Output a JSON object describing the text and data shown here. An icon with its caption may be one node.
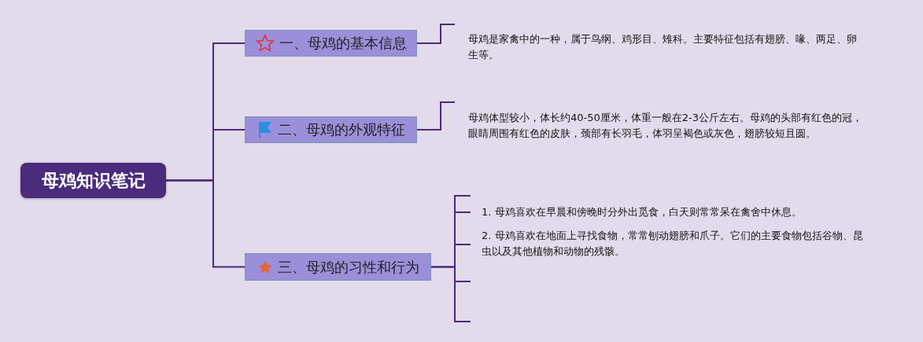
{
  "diagram": {
    "nodes": [
      {
        "text": [
          "母鸡知识笔记"
        ]
      },
      {
        "text": [
          "一、母鸡的基本信息"
        ]
      },
      {
        "text": [
          "二、母鸡的外观特征"
        ]
      },
      {
        "text": [
          "三、母鸡的习性和行为"
        ]
      },
      {
        "text": [
          "母鸡是家禽中的一种，属于鸟纲、鸡形目、雉科。主要特征包括有翅膀、喙、两足、卵生等。"
        ]
      },
      {
        "text": [
          "母鸡体型较小，体长约40-50厘米，体重一般在2-3公斤左右。母鸡的头部有红色的冠，眼睛周围有红色的皮肤，颈部有长羽毛，体羽呈褐色或灰色，翅膀较短且圆。"
        ]
      },
      {
        "text": [
          "1. 母鸡喜欢在早晨和傍晚时分外出觅食，白天则常常呆在禽舍中休息。"
        ]
      },
      {
        "text": [
          "2. 母鸡喜欢在地面上寻找食物，常常刨动翅膀和爪子。它们的主要食物包括谷物、昆虫以及其他植物和动物的残骸。"
        ]
      }
    ],
    "edges": [
      {
        "from": 0,
        "to": 1,
        "arrow": "none"
      },
      {
        "from": 0,
        "to": 2,
        "arrow": "none"
      },
      {
        "from": 0,
        "to": 3,
        "arrow": "none"
      },
      {
        "from": 1,
        "to": 4,
        "arrow": "none"
      },
      {
        "from": 2,
        "to": 5,
        "arrow": "none"
      },
      {
        "from": 3,
        "to": 6,
        "arrow": "none"
      },
      {
        "from": 3,
        "to": 7,
        "arrow": "none"
      }
    ]
  }
}
